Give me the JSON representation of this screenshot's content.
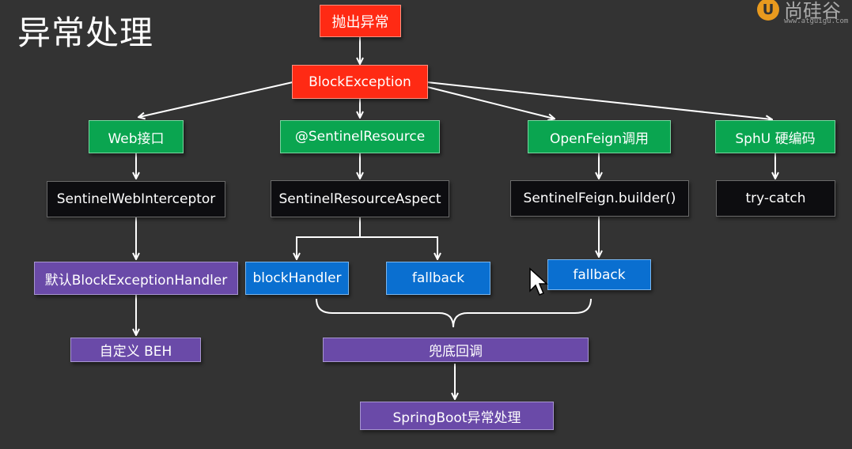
{
  "title": "异常处理",
  "watermark": {
    "name": "尚硅谷",
    "url": "www.atguigu.com"
  },
  "nodes": {
    "throw": "抛出异常",
    "block_exception": "BlockException",
    "web": "Web接口",
    "sentinel_resource": "@SentinelResource",
    "openfeign": "OpenFeign调用",
    "sphu": "SphU 硬编码",
    "web_interceptor": "SentinelWebInterceptor",
    "resource_aspect": "SentinelResourceAspect",
    "feign_builder": "SentinelFeign.builder()",
    "try_catch": "try-catch",
    "default_beh": "默认BlockExceptionHandler",
    "block_handler": "blockHandler",
    "fallback_resource": "fallback",
    "fallback_feign": "fallback",
    "custom_beh": "自定义 BEH",
    "final_callback": "兜底回调",
    "springboot": "SpringBoot异常处理"
  },
  "colors": {
    "background": "#333333",
    "red": "#ff2a14",
    "green": "#0aa550",
    "black": "#0d0d10",
    "purple": "#6a4aa8",
    "blue": "#0a6fd0",
    "connector": "#ffffff"
  }
}
